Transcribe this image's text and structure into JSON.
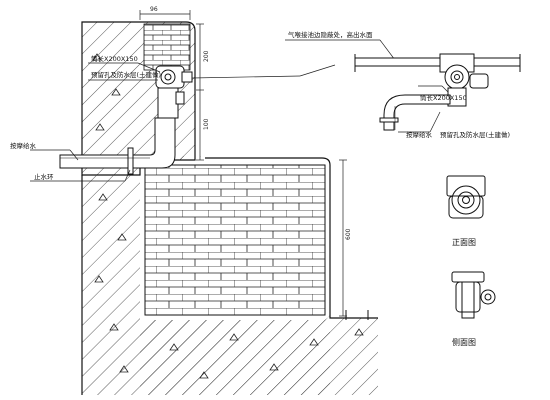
{
  "labels": {
    "nozzle_inlet": "气喉接池边隐蔽处，高出水面",
    "box_size_main": "筒长X200X150",
    "reserved_hole_main": "预留孔及防水层(土建做)",
    "massage_supply_main": "按摩给水",
    "water_stop_ring": "止水环",
    "box_size_detail": "筒长X200X150",
    "massage_supply_detail": "按摩给水",
    "reserved_hole_detail": "预留孔及防水层(土建做)",
    "front_view": "正面图",
    "side_view": "侧面图"
  },
  "dimensions": {
    "top_width": "96",
    "height_upper": "200",
    "height_middle": "100",
    "height_lower": "600"
  },
  "colors": {
    "line": "#111111",
    "background": "#ffffff"
  }
}
